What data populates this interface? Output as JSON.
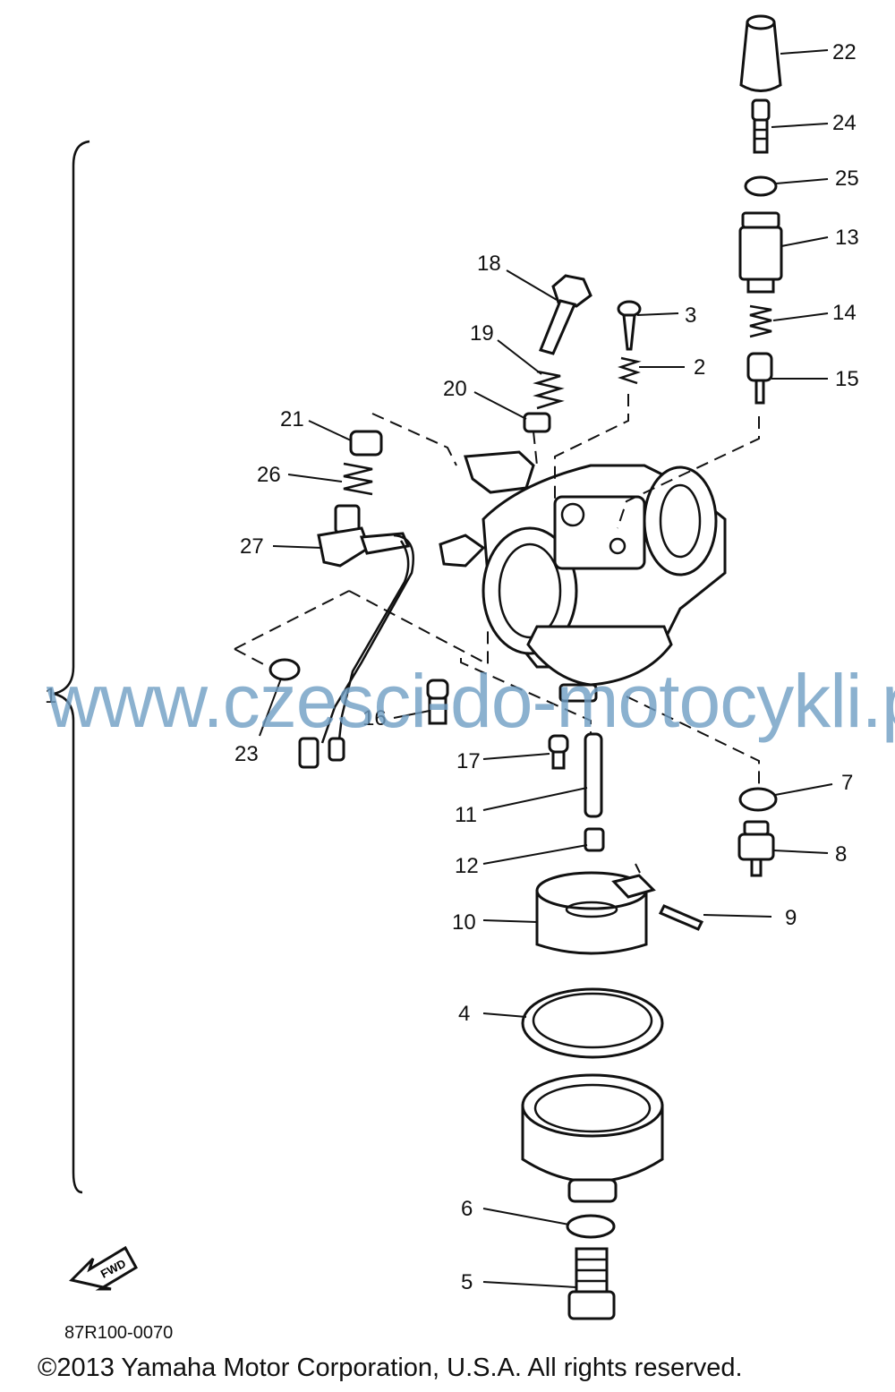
{
  "diagram": {
    "callouts": [
      "22",
      "24",
      "25",
      "13",
      "14",
      "15",
      "18",
      "3",
      "19",
      "2",
      "20",
      "21",
      "26",
      "27",
      "23",
      "16",
      "17",
      "11",
      "12",
      "10",
      "9",
      "7",
      "8",
      "4",
      "6",
      "5",
      "1"
    ],
    "fwd_label": "FWD"
  },
  "watermark": "www.czesci-do-motocykli.pl",
  "drawing_code": "87R100-0070",
  "copyright": "©2013 Yamaha Motor Corporation, U.S.A. All rights reserved."
}
